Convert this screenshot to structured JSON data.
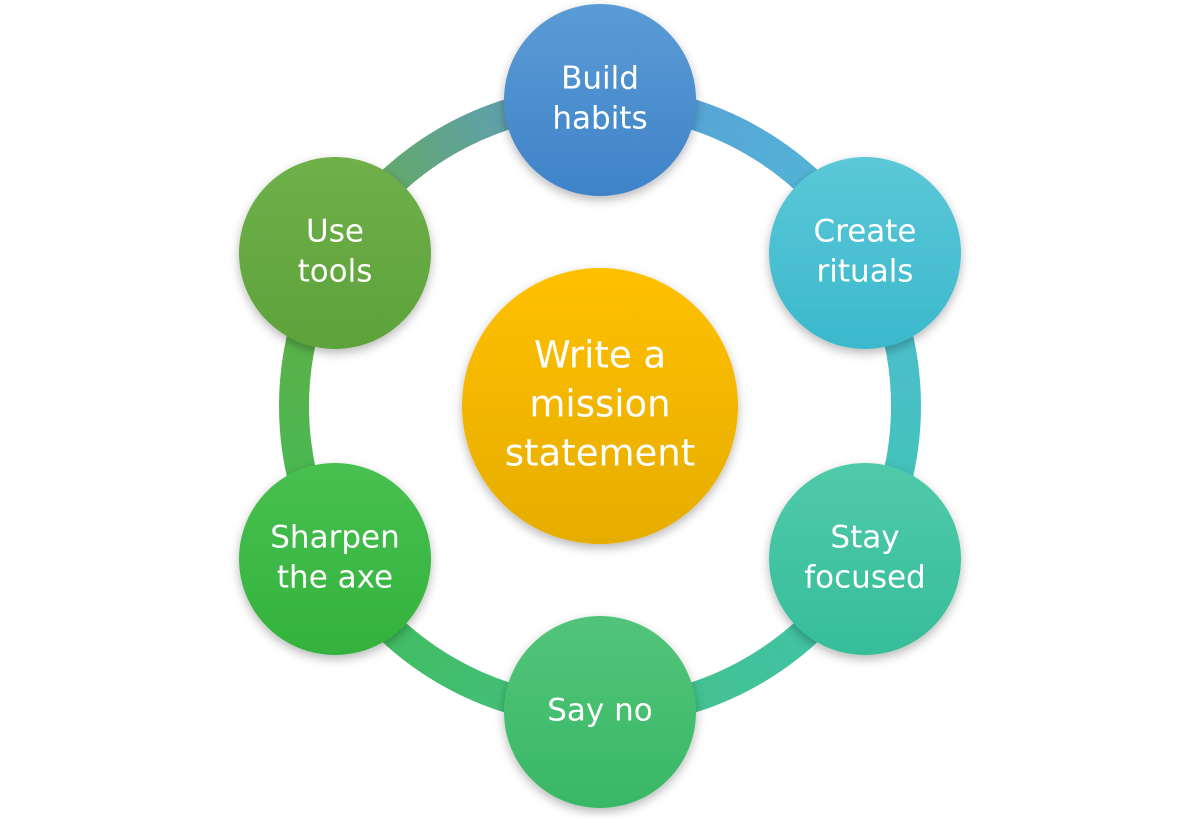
{
  "center": {
    "lines": [
      "Write a",
      "mission",
      "statement"
    ],
    "color_top": "#ffc000",
    "color_bottom": "#e6ad00"
  },
  "nodes": [
    {
      "lines": [
        "Build",
        "habits"
      ],
      "color_top": "#5b9bd5",
      "color_bottom": "#3f83c8"
    },
    {
      "lines": [
        "Create",
        "rituals"
      ],
      "color_top": "#5bc8d8",
      "color_bottom": "#3bb8cc"
    },
    {
      "lines": [
        "Stay",
        "focused"
      ],
      "color_top": "#4fcaaa",
      "color_bottom": "#36bd9a"
    },
    {
      "lines": [
        "Say no"
      ],
      "color_top": "#52c47a",
      "color_bottom": "#38b865"
    },
    {
      "lines": [
        "Sharpen",
        "the axe"
      ],
      "color_top": "#48c050",
      "color_bottom": "#33b23d"
    },
    {
      "lines": [
        "Use",
        "tools"
      ],
      "color_top": "#6fb04a",
      "color_bottom": "#5da23a"
    }
  ],
  "ring": {
    "colors": [
      "#5b9bd5",
      "#4fbcd6",
      "#3fc4b0",
      "#45c084",
      "#3fbb55",
      "#66ad46"
    ]
  }
}
